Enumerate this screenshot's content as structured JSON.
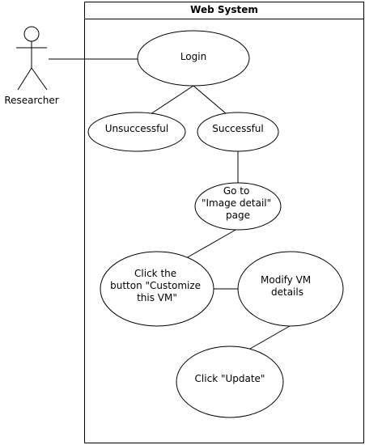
{
  "system": {
    "title": "Web System"
  },
  "actor": {
    "label": "Researcher"
  },
  "use_cases": {
    "login": [
      "Login"
    ],
    "unsuccessful": [
      "Unsuccessful"
    ],
    "successful": [
      "Successful"
    ],
    "goto_image_detail": [
      "Go to",
      "\"Image detail\"",
      "page"
    ],
    "click_customize": [
      "Click the",
      "button \"Customize",
      "this VM\""
    ],
    "modify_vm": [
      "Modify VM",
      "details"
    ],
    "click_update": [
      "Click \"Update\""
    ]
  }
}
